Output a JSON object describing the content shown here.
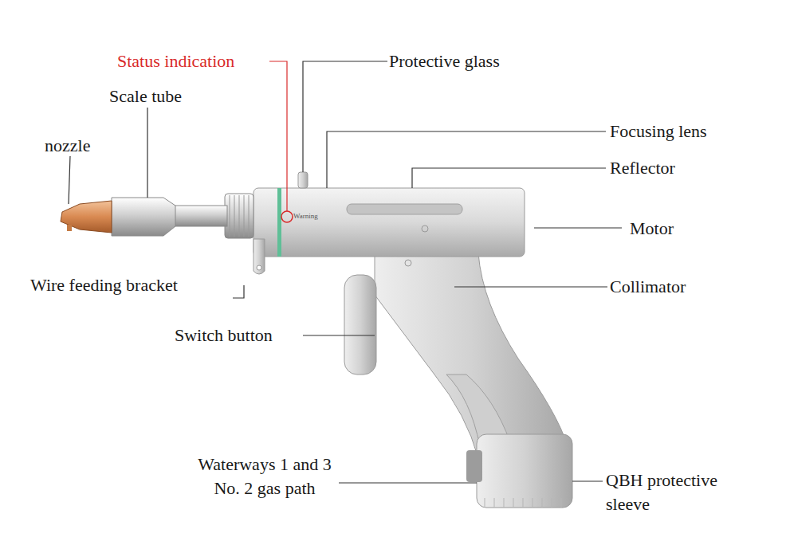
{
  "diagram": {
    "labels": [
      "Status indication",
      "Protective glass",
      "Scale tube",
      "Focusing lens",
      "nozzle",
      "Reflector",
      "Warning",
      "Motor",
      "Wire feeding bracket",
      "Collimator",
      "Switch button",
      "Waterways 1 and 3 No. 2 gas path",
      "QBH protective sleeve"
    ]
  }
}
